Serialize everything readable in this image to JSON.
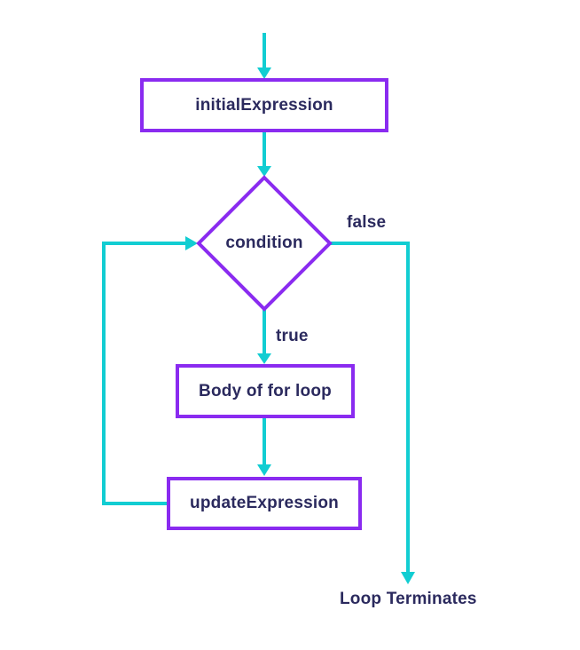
{
  "diagram_type": "flowchart",
  "nodes": {
    "initial": {
      "label": "initialExpression",
      "shape": "rectangle"
    },
    "condition": {
      "label": "condition",
      "shape": "diamond"
    },
    "body": {
      "label": "Body of for loop",
      "shape": "rectangle"
    },
    "update": {
      "label": "updateExpression",
      "shape": "rectangle"
    }
  },
  "edge_labels": {
    "false_branch": "false",
    "true_branch": "true",
    "terminate": "Loop Terminates"
  },
  "colors": {
    "arrow": "#12cdd2",
    "node_border": "#8a2bf0",
    "text": "#2b2a5e",
    "background": "#ffffff"
  }
}
